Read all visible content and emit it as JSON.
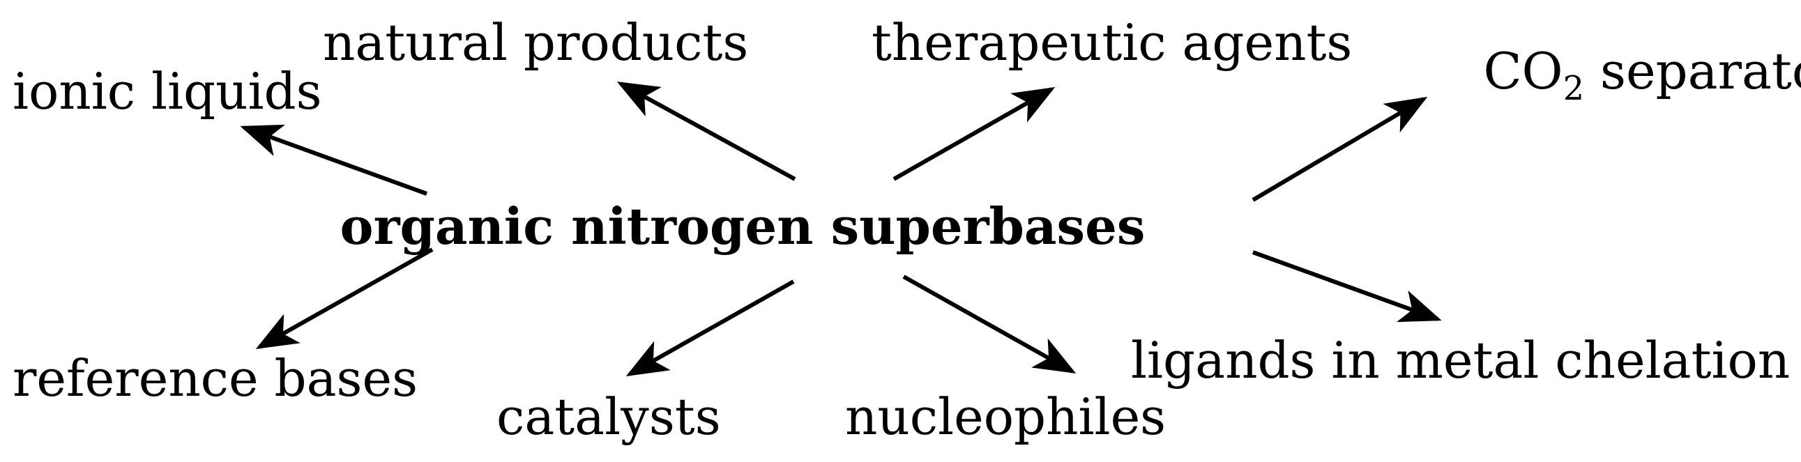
{
  "diagram": {
    "center": "organic nitrogen superbases",
    "applications": {
      "ionic_liquids": "ionic liquids",
      "natural_products": "natural products",
      "therapeutic_agents": "therapeutic agents",
      "co2_separators_prefix": "CO",
      "co2_separators_subscript": "2",
      "co2_separators_suffix": " separators",
      "reference_bases": "reference bases",
      "catalysts": "catalysts",
      "nucleophiles": "nucleophiles",
      "ligands_in_metal_chelation": "ligands in metal chelation"
    },
    "arrow_color": "#000000"
  }
}
